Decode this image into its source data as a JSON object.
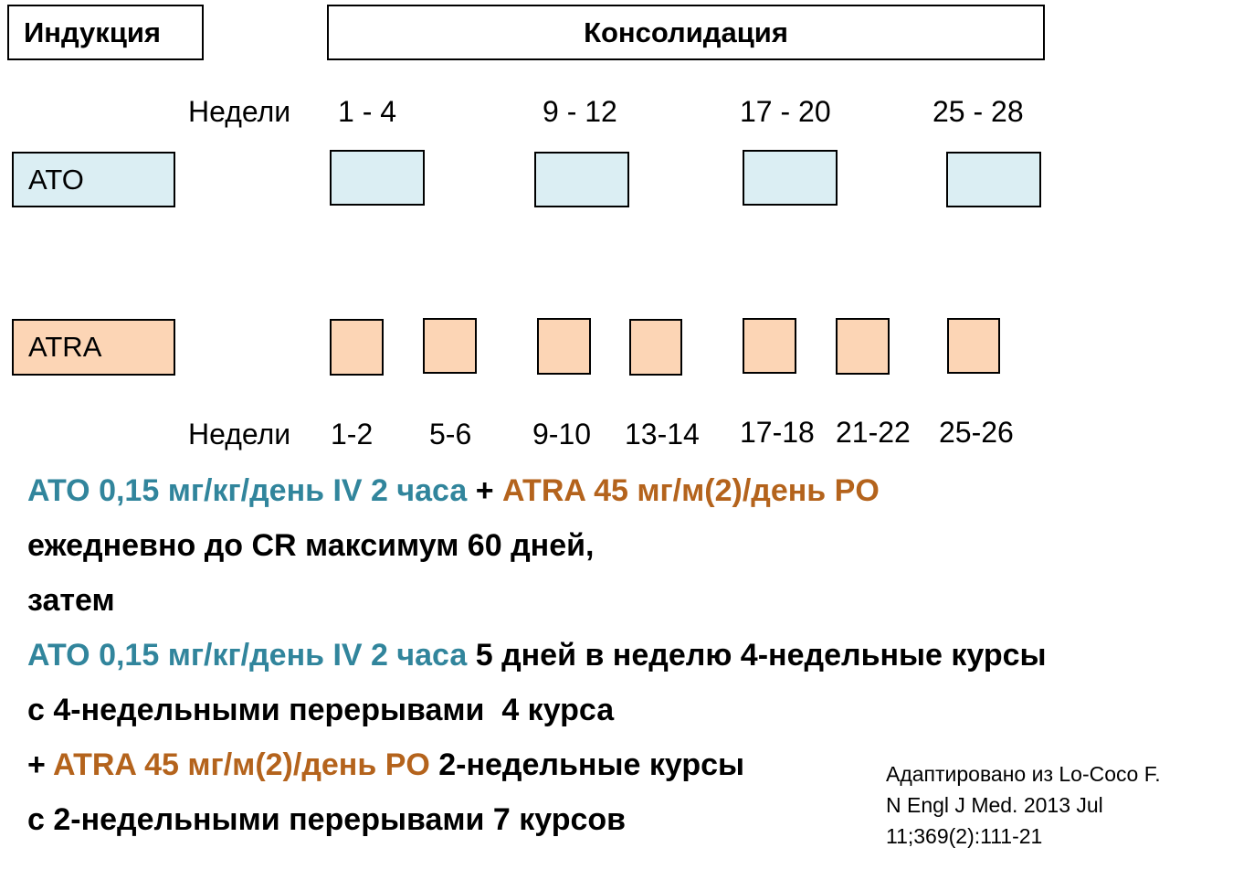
{
  "headers": {
    "induction": "Индукция",
    "consolidation": "Консолидация"
  },
  "ato_row": {
    "label": "ATO",
    "weeks_label": "Недели",
    "weeks": [
      "1 - 4",
      "9 - 12",
      "17 - 20",
      "25 - 28"
    ]
  },
  "atra_row": {
    "label": "ATRA",
    "weeks_label": "Недели",
    "weeks": [
      "1-2",
      "5-6",
      "9-10",
      "13-14",
      "17-18",
      "21-22",
      "25-26"
    ]
  },
  "description": {
    "line1_ato": "ATO 0,15 мг/кг/день IV 2 часа",
    "line1_plus": " + ",
    "line1_atra": "ATRA 45 мг/м(2)/день PO",
    "line2": "ежедневно до CR максимум 60 дней,",
    "line3": "затем",
    "line4_ato": "ATO 0,15 мг/кг/день IV 2 часа",
    "line4_rest": " 5 дней в неделю 4-недельные курсы",
    "line5": "с 4-недельными перерывами  4 курса",
    "line6_plus": "+ ",
    "line6_atra": "ATRA 45 мг/м(2)/день PO",
    "line6_rest": " 2-недельные курсы",
    "line7": "с 2-недельными перерывами 7 курсов"
  },
  "reference": {
    "line1": "Адаптировано из Lo-Coco F.",
    "line2": "N Engl J Med. 2013 Jul",
    "line3": "11;369(2):111-21"
  },
  "colors": {
    "ato_fill": "#dbeef3",
    "atra_fill": "#fcd5b5",
    "ato_text": "#31859c",
    "atra_text": "#b4631c"
  }
}
